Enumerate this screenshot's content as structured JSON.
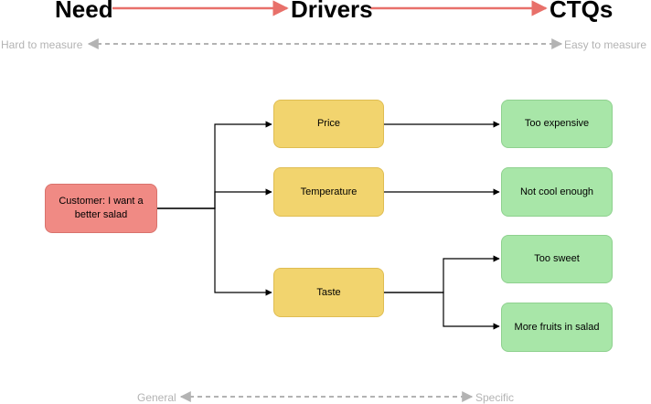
{
  "header": {
    "need": "Need",
    "drivers": "Drivers",
    "ctqs": "CTQs"
  },
  "measure_scale": {
    "left": "Hard to measure",
    "right": "Easy to measure"
  },
  "specificity_scale": {
    "left": "General",
    "right": "Specific"
  },
  "need": {
    "label": "Customer: I want a better salad"
  },
  "drivers": [
    {
      "label": "Price"
    },
    {
      "label": "Temperature"
    },
    {
      "label": "Taste"
    }
  ],
  "ctqs": [
    {
      "label": "Too expensive",
      "driver": "Price"
    },
    {
      "label": "Not cool enough",
      "driver": "Temperature"
    },
    {
      "label": "Too sweet",
      "driver": "Taste"
    },
    {
      "label": "More fruits in salad",
      "driver": "Taste"
    }
  ],
  "colors": {
    "header_arrow": "#e8706a",
    "scale_arrow": "#b3b3b3",
    "need_fill": "#f08a84",
    "driver_fill": "#f2d46e",
    "ctq_fill": "#a8e6a8",
    "connector": "#000000"
  }
}
